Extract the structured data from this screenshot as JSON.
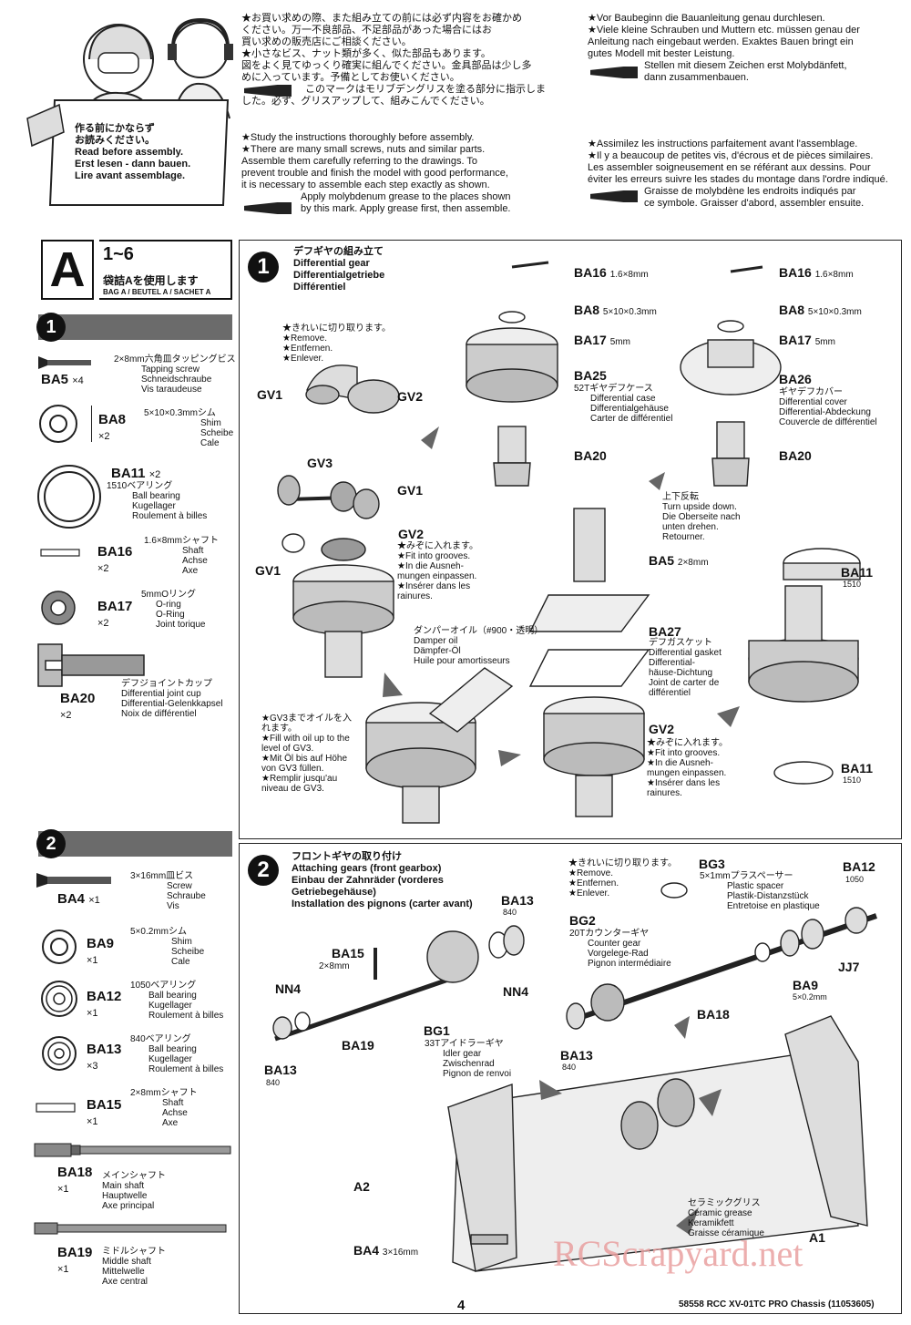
{
  "header": {
    "illustration_sign": [
      "作る前にかならず",
      "お読みください。",
      "Read before assembly.",
      "Erst lesen - dann bauen.",
      "Lire avant assemblage."
    ],
    "jp_notes": [
      "★お買い求めの際、また組み立ての前には必ず内容をお確かめ",
      "ください。万一不良部品、不足部品があった場合にはお",
      "買い求めの販売店にご相談ください。",
      "★小さなビス、ナット類が多く、似た部品もあります。",
      "図をよく見てゆっくり確実に組んでください。金具部品は少し多",
      "めに入っています。予備としてお使いください。",
      "このマークはモリブデングリスを塗る部分に指示しま",
      "した。必ず、グリスアップして、組みこんでください。"
    ],
    "en_notes": [
      "★Study the instructions thoroughly before assembly.",
      "★There are many small screws, nuts and similar parts.",
      "Assemble them carefully referring to the drawings. To",
      "prevent trouble and finish the model with good performance,",
      "it is necessary to assemble each step exactly as shown.",
      "Apply molybdenum grease to the places shown",
      "by this mark. Apply grease first, then assemble."
    ],
    "de_notes": [
      "★Vor Baubeginn die Bauanleitung genau durchlesen.",
      "★Viele kleine Schrauben und Muttern etc. müssen genau der",
      "Anleitung nach eingebaut werden. Exaktes Bauen bringt ein",
      "gutes Modell mit bester Leistung.",
      "Stellen mit diesem Zeichen erst Molybdänfett,",
      "dann zusammenbauen."
    ],
    "fr_notes": [
      "★Assimilez les instructions parfaitement avant l'assemblage.",
      "★Il y a beaucoup de petites vis, d'écrous et de pièces similaires.",
      "Les assembler soigneusement en se référant aux dessins. Pour",
      "éviter les erreurs suivre les stades du montage dans l'ordre indiqué.",
      "Graisse de molybdène les endroits indiqués par",
      "ce symbole. Graisser d'abord, assembler ensuite."
    ]
  },
  "bag": {
    "letter": "A",
    "range": "1~6",
    "label_jp": "袋詰Aを使用します",
    "label_multi": "BAG A / BEUTEL A / SACHET A"
  },
  "sidebar1": {
    "step": "1",
    "parts": [
      {
        "code": "BA5",
        "qty": "×4",
        "desc": [
          "2×8mm六角皿タッピングビス",
          "Tapping screw",
          "Schneidschraube",
          "Vis taraudeuse"
        ]
      },
      {
        "code": "BA8",
        "qty": "×2",
        "desc": [
          "5×10×0.3mmシム",
          "Shim",
          "Scheibe",
          "Cale"
        ]
      },
      {
        "code": "BA11",
        "qty": "×2",
        "desc": [
          "1510ベアリング",
          "Ball bearing",
          "Kugellager",
          "Roulement à billes"
        ]
      },
      {
        "code": "BA16",
        "qty": "×2",
        "desc": [
          "1.6×8mmシャフト",
          "Shaft",
          "Achse",
          "Axe"
        ]
      },
      {
        "code": "BA17",
        "qty": "×2",
        "desc": [
          "5mmOリング",
          "O-ring",
          "O-Ring",
          "Joint torique"
        ]
      },
      {
        "code": "BA20",
        "qty": "×2",
        "desc": [
          "デフジョイントカップ",
          "Differential joint cup",
          "Differential-Gelenkkapsel",
          "Noix de différentiel"
        ]
      }
    ]
  },
  "sidebar2": {
    "step": "2",
    "parts": [
      {
        "code": "BA4",
        "qty": "×1",
        "desc": [
          "3×16mm皿ビス",
          "Screw",
          "Schraube",
          "Vis"
        ]
      },
      {
        "code": "BA9",
        "qty": "×1",
        "desc": [
          "5×0.2mmシム",
          "Shim",
          "Scheibe",
          "Cale"
        ]
      },
      {
        "code": "BA12",
        "qty": "×1",
        "desc": [
          "1050ベアリング",
          "Ball bearing",
          "Kugellager",
          "Roulement à billes"
        ]
      },
      {
        "code": "BA13",
        "qty": "×3",
        "desc": [
          "840ベアリング",
          "Ball bearing",
          "Kugellager",
          "Roulement à billes"
        ]
      },
      {
        "code": "BA15",
        "qty": "×1",
        "desc": [
          "2×8mmシャフト",
          "Shaft",
          "Achse",
          "Axe"
        ]
      },
      {
        "code": "BA18",
        "qty": "×1",
        "desc": [
          "メインシャフト",
          "Main shaft",
          "Hauptwelle",
          "Axe principal"
        ]
      },
      {
        "code": "BA19",
        "qty": "×1",
        "desc": [
          "ミドルシャフト",
          "Middle shaft",
          "Mittelwelle",
          "Axe central"
        ]
      }
    ]
  },
  "step1": {
    "num": "1",
    "title": [
      "デフギヤの組み立て",
      "Differential gear",
      "Differentialgetriebe",
      "Différentiel"
    ],
    "cut": [
      "★きれいに切り取ります。",
      "★Remove.",
      "★Entfernen.",
      "★Enlever."
    ],
    "gv1": "GV1",
    "gv2": "GV2",
    "gv3": "GV3",
    "fit": [
      "★みぞに入れます。",
      "★Fit into grooves.",
      "★In die Ausneh-",
      "mungen einpassen.",
      "★Insérer dans les",
      "rainures."
    ],
    "oil": [
      "ダンパーオイル（#900・透明）",
      "Damper oil",
      "Dämpfer-Öl",
      "Huile pour amortisseurs"
    ],
    "fill": [
      "★GV3までオイルを入",
      "れます。",
      "★Fill with oil up to the",
      "level of GV3.",
      "★Mit Öl bis auf Höhe",
      "von GV3 füllen.",
      "★Remplir jusqu'au",
      "niveau de GV3."
    ],
    "ba16a": "BA16",
    "ba16a_size": "1.6×8mm",
    "ba8a": "BA8",
    "ba8a_size": "5×10×0.3mm",
    "ba17a": "BA17",
    "ba17a_size": "5mm",
    "ba25": "BA25",
    "ba25_desc": [
      "52Tギヤデフケース",
      "Differential case",
      "Differentialgehäuse",
      "Carter de différentiel"
    ],
    "ba20a": "BA20",
    "ba16b": "BA16",
    "ba16b_size": "1.6×8mm",
    "ba8b": "BA8",
    "ba8b_size": "5×10×0.3mm",
    "ba17b": "BA17",
    "ba17b_size": "5mm",
    "ba26": "BA26",
    "ba26_desc": [
      "ギヤデフカバー",
      "Differential cover",
      "Differential-Abdeckung",
      "Couvercle de différentiel"
    ],
    "ba20b": "BA20",
    "flip": [
      "上下反転",
      "Turn upside down.",
      "Die Oberseite nach",
      "unten drehen.",
      "Retourner."
    ],
    "ba5": "BA5",
    "ba5_size": "2×8mm",
    "ba27": "BA27",
    "ba27_desc": [
      "デフガスケット",
      "Differential gasket",
      "Differential-",
      "häuse-Dichtung",
      "Joint de carter de",
      "différentiel"
    ],
    "gv2b": "GV2",
    "fit2": [
      "★みぞに入れます。",
      "★Fit into grooves.",
      "★In die Ausneh-",
      "mungen einpassen.",
      "★Insérer dans les",
      "rainures."
    ],
    "ba11a": "BA11",
    "ba11a_size": "1510",
    "ba11b": "BA11",
    "ba11b_size": "1510"
  },
  "step2": {
    "num": "2",
    "title": [
      "フロントギヤの取り付け",
      "Attaching gears (front gearbox)",
      "Einbau der Zahnräder (vorderes",
      "Getriebegehäuse)",
      "Installation des pignons (carter avant)"
    ],
    "ba15": "BA15",
    "ba15_size": "2×8mm",
    "ba13a": "BA13",
    "ba13a_size": "840",
    "nn4a": "NN4",
    "nn4b": "NN4",
    "ba13b": "BA13",
    "ba13b_size": "840",
    "ba19": "BA19",
    "bg1": "BG1",
    "bg1_desc": [
      "33Tアイドラーギヤ",
      "Idler gear",
      "Zwischenrad",
      "Pignon de renvoi"
    ],
    "cut": [
      "★きれいに切り取ります。",
      "★Remove.",
      "★Entfernen.",
      "★Enlever."
    ],
    "bg3": "BG3",
    "bg3_desc": [
      "5×1mmプラスペーサー",
      "Plastic spacer",
      "Plastik-Distanzstück",
      "Entretoise en plastique"
    ],
    "ba12": "BA12",
    "ba12_size": "1050",
    "bg2": "BG2",
    "bg2_desc": [
      "20Tカウンターギヤ",
      "Counter gear",
      "Vorgelege-Rad",
      "Pignon intermédiaire"
    ],
    "jj7": "JJ7",
    "ba9": "BA9",
    "ba9_size": "5×0.2mm",
    "ba18": "BA18",
    "ba13c": "BA13",
    "ba13c_size": "840",
    "a2": "A2",
    "ba4": "BA4",
    "ba4_size": "3×16mm",
    "grease": [
      "セラミックグリス",
      "Ceramic grease",
      "Keramikfett",
      "Graisse céramique"
    ],
    "a1": "A1"
  },
  "footer": {
    "page": "4",
    "code": "58558  RCC XV-01TC PRO Chassis (11053605)"
  },
  "watermark": "RCScrapyard.net"
}
